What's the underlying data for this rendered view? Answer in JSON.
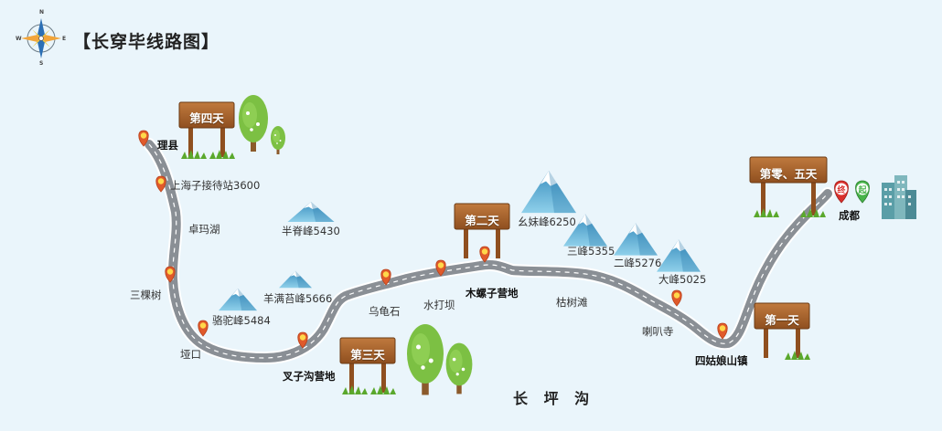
{
  "title": "【长穿毕线路图】",
  "region_label": "长 坪 沟",
  "compass": {
    "n": "N",
    "s": "S",
    "w": "W",
    "e": "E"
  },
  "signs": {
    "day0_5": "第零、五天",
    "day1": "第一天",
    "day2": "第二天",
    "day3": "第三天",
    "day4": "第四天"
  },
  "places": {
    "chengdu": "成都",
    "end_marker": "终",
    "start_marker": "起",
    "siguniang_town": "四姑娘山镇",
    "lama_temple": "喇叭寺",
    "kushu_tan": "枯树滩",
    "muluozi_camp": "木螺子营地",
    "shuida_ba": "水打坝",
    "wuguishi": "乌龟石",
    "chazigou_camp": "叉子沟营地",
    "yakou": "垭口",
    "sankeshu": "三棵树",
    "zhuoma_lake": "卓玛湖",
    "shanghaizi_station": "上海子接待站3600",
    "lixian": "理县"
  },
  "peaks": {
    "yaomei": "幺妹峰6250",
    "sanfeng": "三峰5355",
    "erfeng": "二峰5276",
    "dafeng": "大峰5025",
    "luotuo": "骆驼峰5484",
    "yangmantai": "羊满苔峰5666",
    "banji": "半脊峰5430"
  },
  "colors": {
    "background": "#eaf5fb",
    "road": "#8a8f95",
    "road_edge": "#ffffff",
    "pin": "#e05a2b",
    "sign_wood": "#a8622c",
    "mountain": "#5aaed0",
    "tree": "#7cc043"
  }
}
